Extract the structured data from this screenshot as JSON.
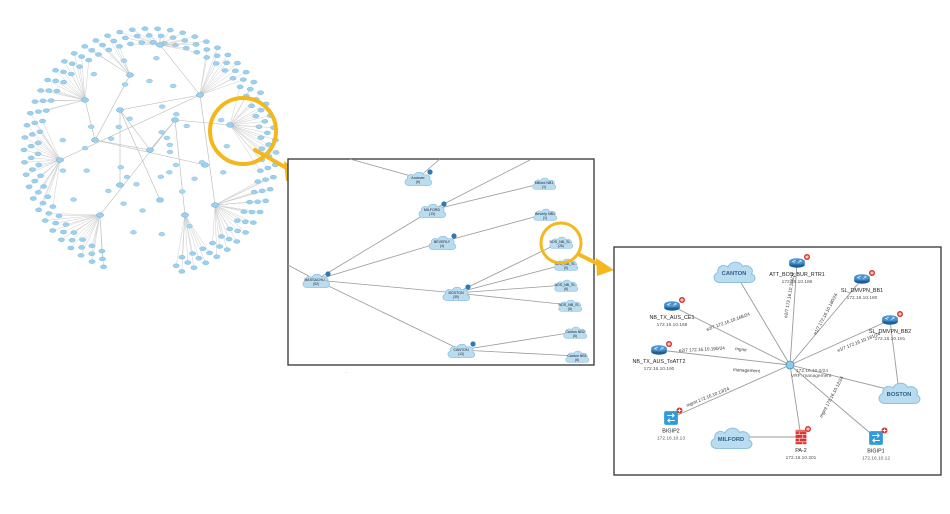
{
  "colors": {
    "accent": "#f2b81d",
    "cloud_fill": "#b9dcf0",
    "cloud_stroke": "#8fc1de",
    "router": "#2f79b8",
    "firewall": "#d8322e",
    "badge": "#d8322e",
    "link": "#9a9a9a"
  },
  "zoom1": {
    "nodes": [
      {
        "id": "massachu",
        "label": "MASSACHU...",
        "count": "(52)",
        "shape": "cloud"
      },
      {
        "id": "milford",
        "label": "MILFORD",
        "count": "(13)",
        "shape": "cloud"
      },
      {
        "id": "beverly",
        "label": "BEVERLY",
        "count": "(4)",
        "shape": "cloud"
      },
      {
        "id": "boston",
        "label": "BOSTON",
        "count": "(39)",
        "shape": "cloud"
      },
      {
        "id": "canton",
        "label": "CANTON",
        "count": "(13)",
        "shape": "cloud"
      },
      {
        "id": "andover",
        "label": "Andover",
        "count": "(6)",
        "shape": "cloud"
      },
      {
        "id": "milfordnb1",
        "label": "Milford NB1",
        "count": "(1)",
        "shape": "cloud"
      },
      {
        "id": "beverlynb1",
        "label": "Beverly NB1",
        "count": "(1)",
        "shape": "cloud"
      },
      {
        "id": "bos1",
        "label": "BOS_NB_SI...",
        "count": "(26)",
        "shape": "cloud"
      },
      {
        "id": "bos2",
        "label": "BOS_NB_SI...",
        "count": "(5)",
        "shape": "cloud"
      },
      {
        "id": "bos3",
        "label": "BOS_NB_SI...",
        "count": "(6)",
        "shape": "cloud"
      },
      {
        "id": "bos4",
        "label": "BOS_NB_SI...",
        "count": "(6)",
        "shape": "cloud"
      },
      {
        "id": "cantonnb2",
        "label": "Canton NB2",
        "count": "(6)",
        "shape": "cloud"
      },
      {
        "id": "cantonnb1",
        "label": "Canton NB1",
        "count": "(6)",
        "shape": "cloud"
      }
    ]
  },
  "zoom2": {
    "hub": {
      "ip": "172.16.10.0/24",
      "vrf": "VRF: management"
    },
    "nodes": [
      {
        "id": "canton",
        "name": "CANTON",
        "ip": "",
        "shape": "cloud"
      },
      {
        "id": "att",
        "name": "ATT_BOS_BUR_RTR1",
        "ip": "172.16.10.186",
        "shape": "router"
      },
      {
        "id": "sldmvpn1",
        "name": "SL_DMVPN_BB1",
        "ip": "172.16.10.180",
        "shape": "router"
      },
      {
        "id": "sldmvpn2",
        "name": "SL_DMVPN_BB2",
        "ip": "172.16.10.181",
        "shape": "router"
      },
      {
        "id": "nbce1",
        "name": "NB_TX_AUS_CE1",
        "ip": "172.16.10.168",
        "shape": "router"
      },
      {
        "id": "nbatt2",
        "name": "NB_TX_AUS_ToATT2",
        "ip": "172.16.10.190",
        "shape": "router"
      },
      {
        "id": "boston",
        "name": "BOSTON",
        "ip": "",
        "shape": "cloud"
      },
      {
        "id": "bigip2",
        "name": "BIGIP2",
        "ip": "172.16.10.13",
        "shape": "switch"
      },
      {
        "id": "milford",
        "name": "MILFORD",
        "ip": "",
        "shape": "cloud"
      },
      {
        "id": "pa2",
        "name": "PA-2",
        "ip": "172.16.10.201",
        "shape": "firewall"
      },
      {
        "id": "bigip1",
        "name": "BIGIP1",
        "ip": "172.16.10.12",
        "shape": "switch"
      }
    ],
    "link_labels": [
      "e2/7 172.16.10.168/24",
      "e2/7 172.16.10.186/24",
      "e1/7 172.16.10.180/24",
      "e1/7 172.16.10.181/24",
      "e2/7 172.16.10.190/24",
      "mgmt",
      "management",
      "mgmt 172.16.10.13/24",
      "mgmt 172.16.10.12/24"
    ]
  }
}
